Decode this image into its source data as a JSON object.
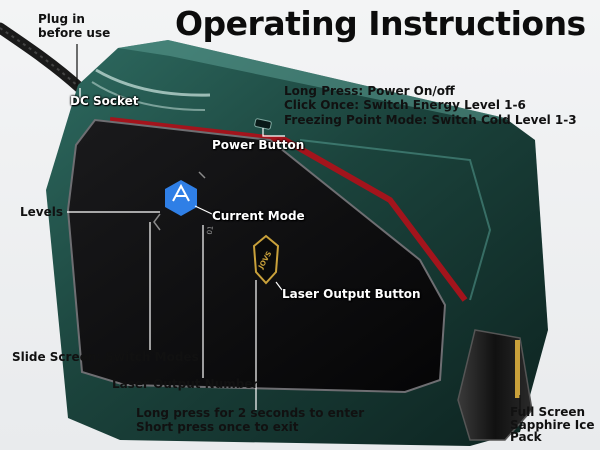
{
  "title": "Operating Instructions",
  "labels": {
    "plug_line1": "Plug in",
    "plug_line2": "before use",
    "dc_socket": "DC Socket",
    "power_line1": "Long Press: Power On/off",
    "power_line2": "Click Once: Switch Energy Level 1-6",
    "power_line3": "Freezing Point Mode: Switch Cold Level 1-3",
    "power_button": "Power Button",
    "levels": "Levels",
    "current_mode": "Current Mode",
    "laser_output_button": "Laser Output Button",
    "slide_screen": "Slide Screen: Switch Modes",
    "laser_output_number": "Laser Output Number",
    "long_press_line1": "Long press for 2 seconds to enter",
    "long_press_line2": "Short press once to exit",
    "ice_line1": "Full Screen",
    "ice_line2": "Sapphire Ice",
    "ice_line3": "Pack"
  },
  "device": {
    "screen_number": "01",
    "button_brand": "JOVS",
    "body_color": "#1f4a43",
    "accent_color": "#a3141c",
    "gold_color": "#c9a13b",
    "mode_icon_color": "#2f7fe6"
  }
}
